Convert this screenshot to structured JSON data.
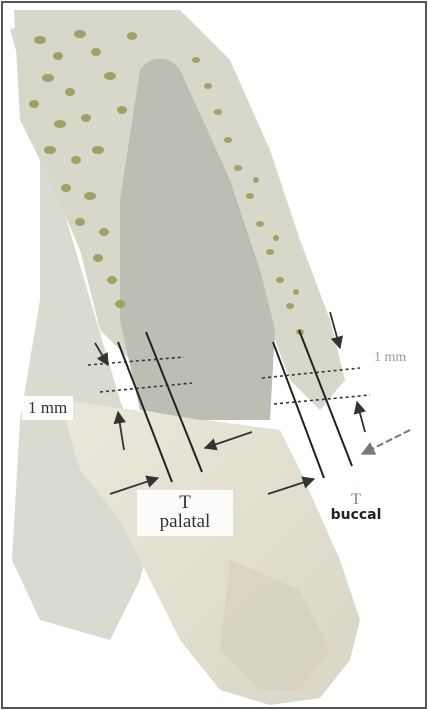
{
  "labels": {
    "left_measure": "1 mm",
    "right_measure": "1 mm",
    "palatal_t": "T",
    "palatal_word": "palatal",
    "buccal_t": "T",
    "buccal_word": "buccal"
  },
  "colors": {
    "bone_cortex": "#d7d8c9",
    "bone_pores": "#93914f",
    "socket_cavity": "#bdbfb4",
    "crown": "#e5e2d4",
    "gingiva_shadow": "#d4d5cb",
    "line_dark": "#222222",
    "right_label_gray": "#9a9a9a",
    "buccal_t_teal": "#6a8a8a"
  },
  "icons": {
    "measurement_arrows": "arrow",
    "dotted_levels": "dotted-line"
  }
}
